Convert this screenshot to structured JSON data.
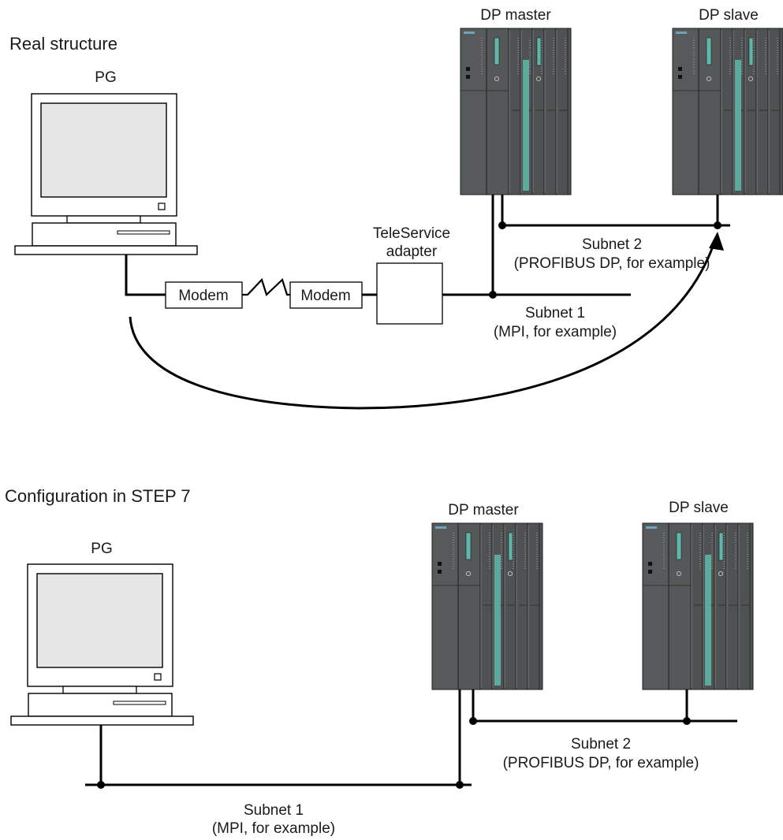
{
  "real": {
    "heading": "Real structure",
    "pg_label": "PG",
    "master_label": "DP master",
    "slave_label": "DP slave",
    "modem_label": "Modem",
    "teleservice_line1": "TeleService",
    "teleservice_line2": "adapter",
    "subnet1_line1": "Subnet 1",
    "subnet1_line2": "(MPI, for example)",
    "subnet2_line1": "Subnet 2",
    "subnet2_line2": "(PROFIBUS DP, for example)"
  },
  "config": {
    "heading": "Configuration in STEP 7",
    "pg_label": "PG",
    "master_label": "DP master",
    "slave_label": "DP slave",
    "subnet1_line1": "Subnet 1",
    "subnet1_line2": "(MPI, for example)",
    "subnet2_line1": "Subnet 2",
    "subnet2_line2": "(PROFIBUS DP, for example)"
  }
}
